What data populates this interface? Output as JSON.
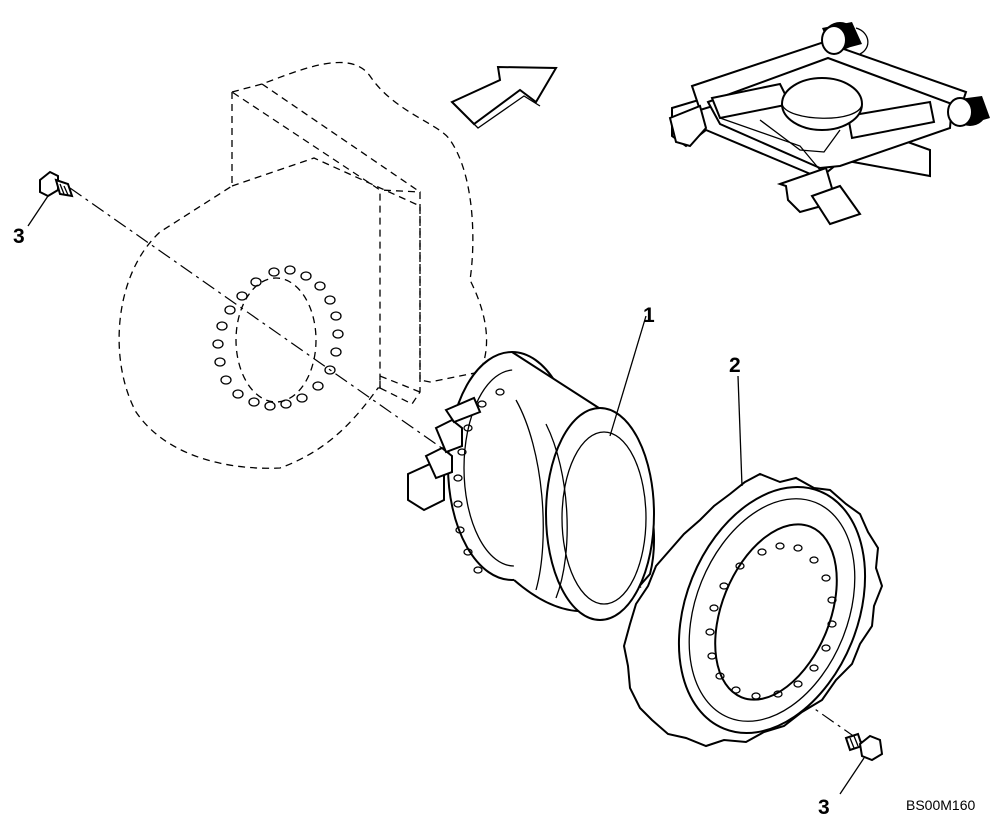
{
  "callouts": {
    "motor": "1",
    "sprocket": "2",
    "bolt_left": "3",
    "bolt_right": "3"
  },
  "figure_code": "BS00M160"
}
